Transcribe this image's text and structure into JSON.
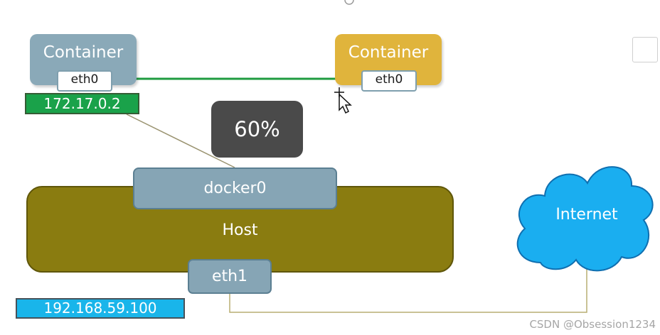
{
  "containers": [
    {
      "label": "Container",
      "interface": "eth0",
      "color": "#8aa9b8"
    },
    {
      "label": "Container",
      "interface": "eth0",
      "color": "#e0b43c"
    }
  ],
  "container_ip": "172.17.0.2",
  "zoom_indicator": "60%",
  "host": {
    "label": "Host",
    "bridge": "docker0",
    "nic": "eth1",
    "ip": "192.168.59.100",
    "color": "#8a7c10"
  },
  "internet": {
    "label": "Internet",
    "color": "#1ca7ec"
  },
  "toolbar": {
    "layers_icon": "layers-icon"
  },
  "watermark": "CSDN @Obsession1234"
}
